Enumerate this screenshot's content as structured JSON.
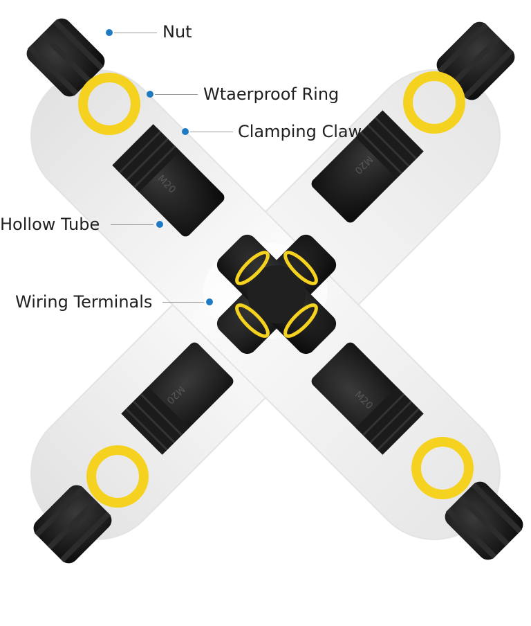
{
  "diagram": {
    "colors": {
      "housing": "#f0f0f0",
      "housing_shadow": "#d9d9d9",
      "black_part": "#151515",
      "ring": "#f5d21f",
      "callout_dot": "#1f7ac4",
      "leader_line": "#9a9a9a"
    },
    "labels": {
      "nut": "Nut",
      "ring": "Wtaerproof Ring",
      "claw": "Clamping Claw",
      "tube": "Hollow Tube",
      "terminals": "Wiring Terminals"
    },
    "part_markings": {
      "top_left": "M20",
      "top_right": "M20",
      "bottom_left": "M20",
      "bottom_right": "M20"
    }
  }
}
